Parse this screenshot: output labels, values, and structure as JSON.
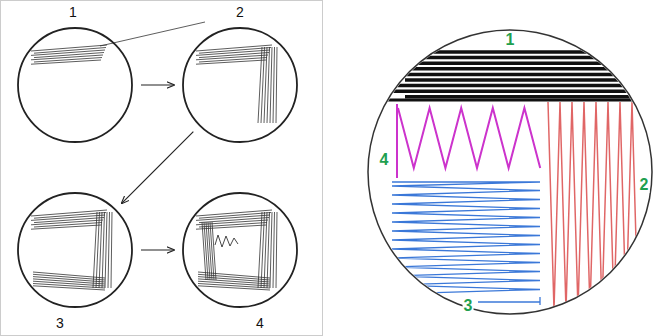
{
  "diagram": {
    "nodes": [
      {
        "text": [
          "1"
        ]
      },
      {
        "text": [
          "2"
        ]
      },
      {
        "text": [
          "3"
        ]
      },
      {
        "text": [
          "4"
        ]
      }
    ],
    "edges": [
      {
        "from": 0,
        "to": 1,
        "arrow": "to"
      },
      {
        "from": 1,
        "to": 2,
        "arrow": "to"
      },
      {
        "from": 2,
        "to": 3,
        "arrow": "to"
      }
    ],
    "labels": [
      "1",
      "2",
      "3",
      "4"
    ]
  }
}
